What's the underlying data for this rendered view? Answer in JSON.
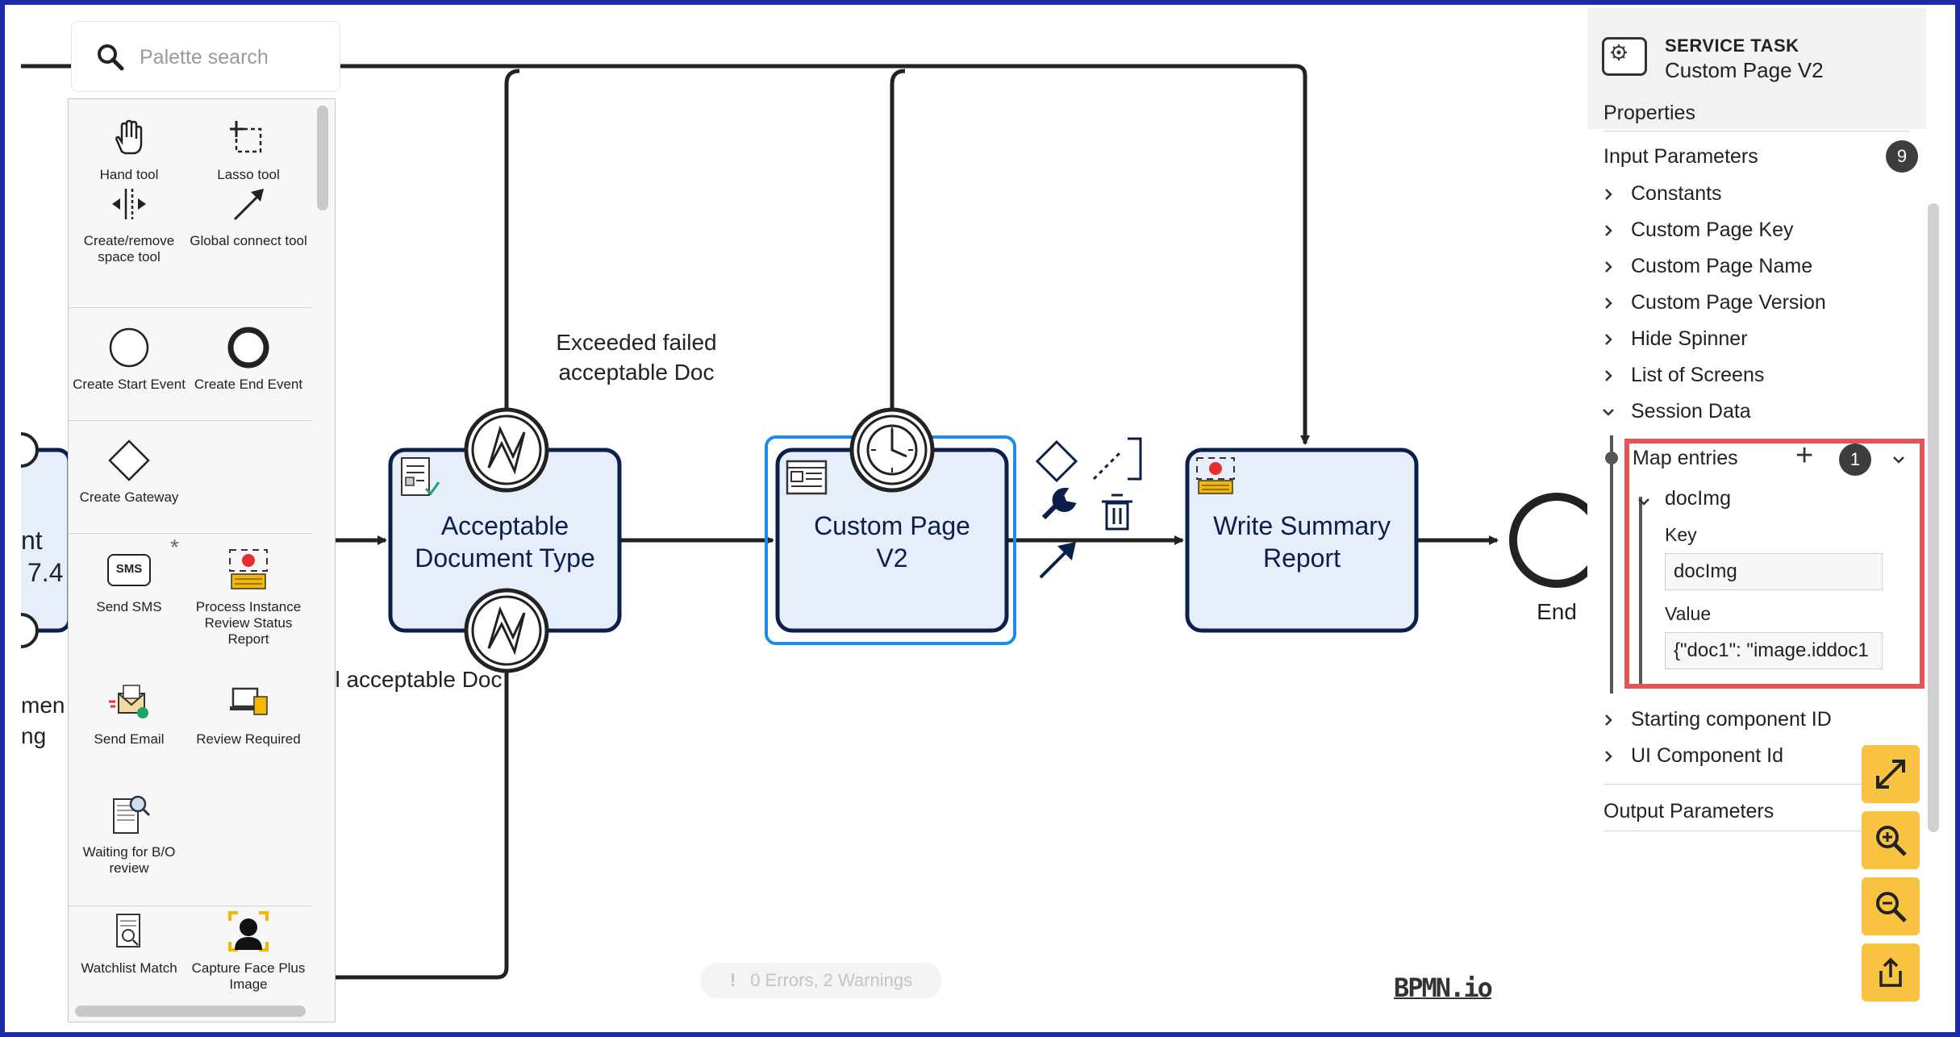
{
  "palette": {
    "search_placeholder": "Palette search",
    "tools": [
      {
        "label": "Hand tool"
      },
      {
        "label": "Lasso tool"
      },
      {
        "label": "Create/remove space tool"
      },
      {
        "label": "Global connect tool"
      },
      {
        "label": "Create Start Event"
      },
      {
        "label": "Create End Event"
      },
      {
        "label": "Create Gateway"
      },
      {
        "label": "Send SMS"
      },
      {
        "label": "Process Instance Review Status Report"
      },
      {
        "label": "Send Email"
      },
      {
        "label": "Review Required"
      },
      {
        "label": "Waiting for B/O review"
      },
      {
        "label": "Watchlist Match"
      },
      {
        "label": "Capture Face Plus Image"
      }
    ],
    "sms_glyph": "SMS",
    "asterisk": "*"
  },
  "diagram": {
    "tasks": {
      "acceptable_doc": "Acceptable Document Type",
      "custom_page": "Custom Page V2",
      "write_summary": "Write Summary Report"
    },
    "labels": {
      "exceeded": "Exceeded failed acceptable Doc",
      "failed_partial": "l acceptable Doc",
      "left_partial_1": "nt",
      "left_partial_2": "7.4",
      "left_partial_3": "men",
      "left_partial_4": "ng",
      "end": "End"
    }
  },
  "status": {
    "bang": "!",
    "text": "0 Errors, 2 Warnings"
  },
  "brand": "BPMN.io",
  "properties": {
    "element_type": "SERVICE TASK",
    "element_name": "Custom Page V2",
    "sections": {
      "properties": "Properties",
      "input_parameters": "Input Parameters",
      "input_count": "9",
      "output_parameters": "Output Parameters"
    },
    "inputs": [
      "Constants",
      "Custom Page Key",
      "Custom Page Name",
      "Custom Page Version",
      "Hide Spinner",
      "List of Screens",
      "Session Data"
    ],
    "inputs_after": [
      "Starting component ID",
      "UI Component Id"
    ],
    "map_entries": {
      "label": "Map entries",
      "add": "+",
      "count": "1",
      "entry_name": "docImg",
      "key_label": "Key",
      "key_value": "docImg",
      "value_label": "Value",
      "value_value": "{\"doc1\": \"image.iddoc1"
    }
  },
  "colors": {
    "task_fill": "#e6eefc",
    "task_stroke": "#0b1f4a",
    "selection": "#1a8cf0",
    "zoom_button": "#f7c341",
    "highlight": "#e55454"
  }
}
